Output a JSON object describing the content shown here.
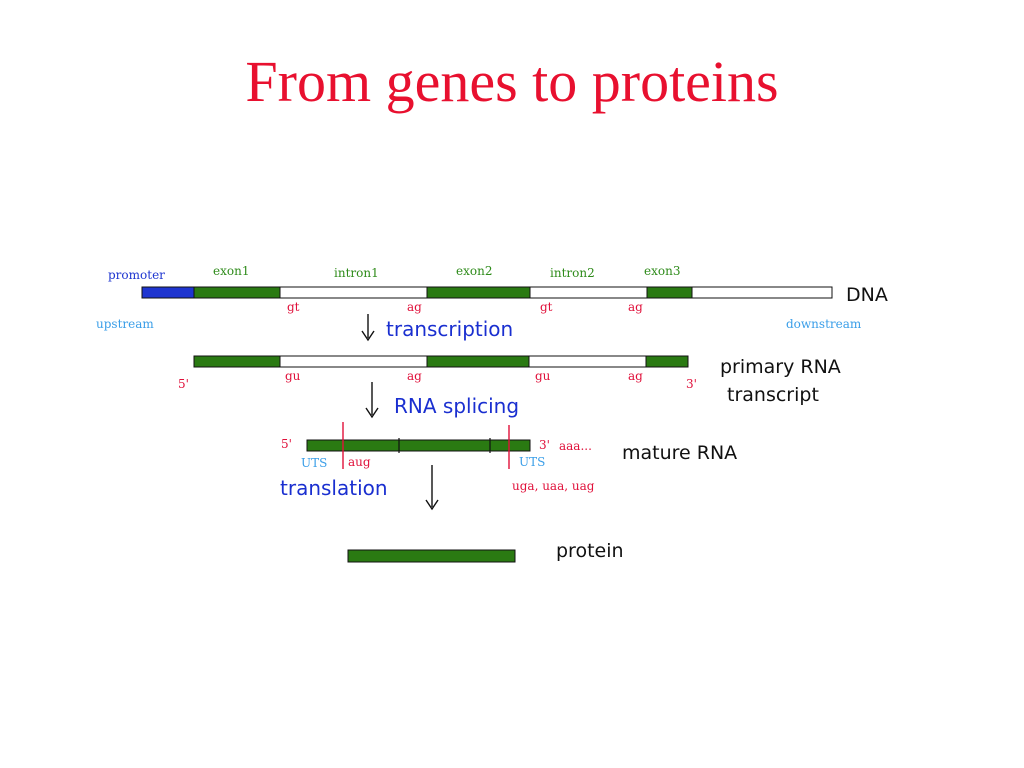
{
  "title": "From genes to proteins",
  "colors": {
    "title": "#e8102f",
    "exon_green": "#2a7a12",
    "promoter_blue": "#1e35d0",
    "label_green": "#2e8b1a",
    "label_blue_dark": "#1a2fd0",
    "label_blue_light": "#3a9ee8",
    "red": "#e0103a",
    "black": "#111111"
  },
  "dna": {
    "promoter": "promoter",
    "exon1": "exon1",
    "intron1": "intron1",
    "exon2": "exon2",
    "intron2": "intron2",
    "exon3": "exon3",
    "label": "DNA",
    "upstream": "upstream",
    "downstream": "downstream",
    "gt_1": "gt",
    "ag_1": "ag",
    "gt_2": "gt",
    "ag_2": "ag"
  },
  "steps": {
    "transcription": "transcription",
    "splicing": "RNA splicing",
    "translation": "translation"
  },
  "primary": {
    "five_prime": "5'",
    "three_prime": "3'",
    "gu_1": "gu",
    "ag_1": "ag",
    "gu_2": "gu",
    "ag_2": "ag",
    "label_line1": "primary RNA",
    "label_line2": "transcript"
  },
  "mature": {
    "five_prime": "5'",
    "three_prime": "3'",
    "polya": "aaa...",
    "uts_left": "UTS",
    "uts_right": "UTS",
    "start_codon": "aug",
    "stop_codons": "uga, uaa, uag",
    "label": "mature RNA"
  },
  "protein": {
    "label": "protein"
  }
}
